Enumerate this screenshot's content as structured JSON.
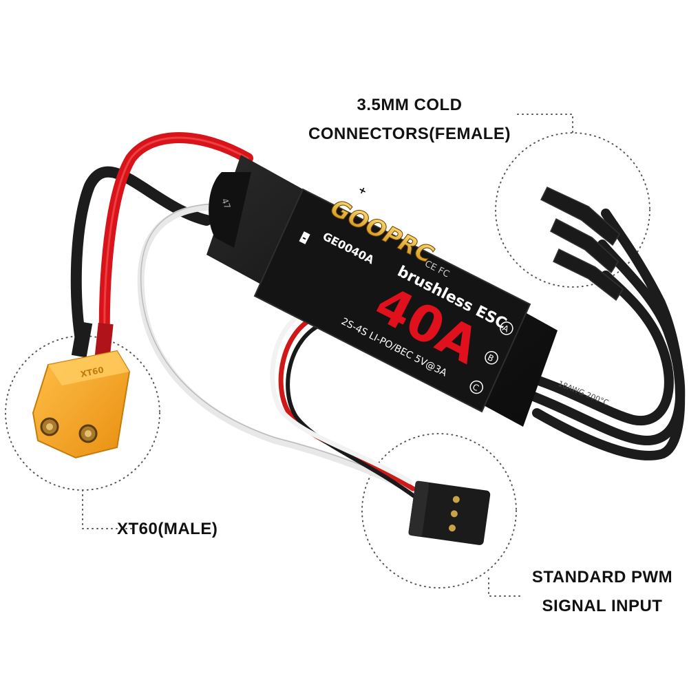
{
  "callouts": {
    "cold_connectors": {
      "line1": "3.5MM COLD",
      "line2": "CONNECTORS(FEMALE)"
    },
    "xt60": {
      "line1": "XT60(MALE)"
    },
    "pwm": {
      "line1": "STANDARD PWM",
      "line2": "SIGNAL INPUT"
    }
  },
  "esc_label": {
    "brand": "GOOPRC",
    "model": "GE0040A",
    "product": "brushless ESC",
    "rating": "40A",
    "spec": "2S-4S LI-PO/BEC 5V@3A",
    "certs": "CE FC",
    "phase_a": "A",
    "phase_b": "B",
    "phase_c": "C",
    "plus": "+",
    "minus": "-"
  },
  "markings": {
    "capacitor": "47",
    "wire_gauge": "18AWG 200°C",
    "xt60_body": "XT60"
  },
  "colors": {
    "esc_body": "#1b1b1b",
    "label_red": "#e0101c",
    "xt60_yellow": "#f4a51c",
    "wire_red": "#d8141a",
    "wire_black": "#1c1c1c",
    "callout_dots": "#555555"
  }
}
